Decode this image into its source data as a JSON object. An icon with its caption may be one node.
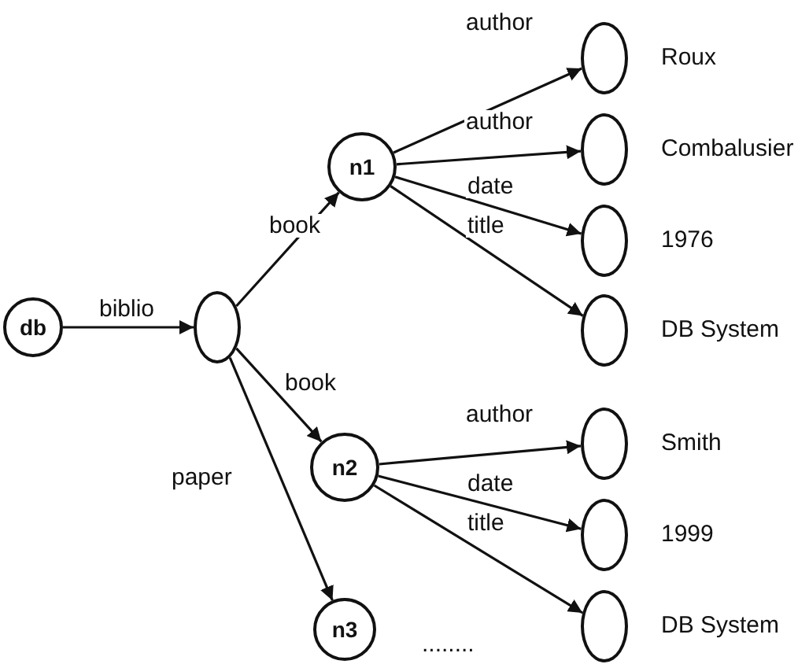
{
  "diagram": {
    "nodes": [
      {
        "text": [
          "db"
        ]
      },
      {
        "text": [],
        "shape": "ellipse"
      },
      {
        "text": [
          "n1"
        ]
      },
      {
        "text": [
          "n2"
        ]
      },
      {
        "text": [
          "n3"
        ]
      },
      {
        "text": [],
        "shape": "ellipse",
        "beside": [
          "Roux"
        ]
      },
      {
        "text": [],
        "shape": "ellipse",
        "beside": [
          "Combalusier"
        ]
      },
      {
        "text": [],
        "shape": "ellipse",
        "beside": [
          "1976"
        ]
      },
      {
        "text": [],
        "shape": "ellipse",
        "beside": [
          "DB System"
        ]
      },
      {
        "text": [],
        "shape": "ellipse",
        "beside": [
          "Smith"
        ]
      },
      {
        "text": [],
        "shape": "ellipse",
        "beside": [
          "1999"
        ]
      },
      {
        "text": [],
        "shape": "ellipse",
        "beside": [
          "DB System"
        ]
      }
    ],
    "edges": [
      {
        "from": 0,
        "to": 1,
        "arrow": "to",
        "label": "biblio"
      },
      {
        "from": 1,
        "to": 2,
        "arrow": "to",
        "label": "book"
      },
      {
        "from": 1,
        "to": 3,
        "arrow": "to",
        "label": "book"
      },
      {
        "from": 1,
        "to": 4,
        "arrow": "to",
        "label": "paper"
      },
      {
        "from": 2,
        "to": 5,
        "arrow": "to",
        "label": "author"
      },
      {
        "from": 2,
        "to": 6,
        "arrow": "to",
        "label": "author"
      },
      {
        "from": 2,
        "to": 7,
        "arrow": "to",
        "label": "date"
      },
      {
        "from": 2,
        "to": 8,
        "arrow": "to",
        "label": "title"
      },
      {
        "from": 3,
        "to": 9,
        "arrow": "to",
        "label": "author"
      },
      {
        "from": 3,
        "to": 10,
        "arrow": "to",
        "label": "date"
      },
      {
        "from": 3,
        "to": 11,
        "arrow": "to",
        "label": "title"
      }
    ],
    "labels": [
      "........"
    ]
  }
}
